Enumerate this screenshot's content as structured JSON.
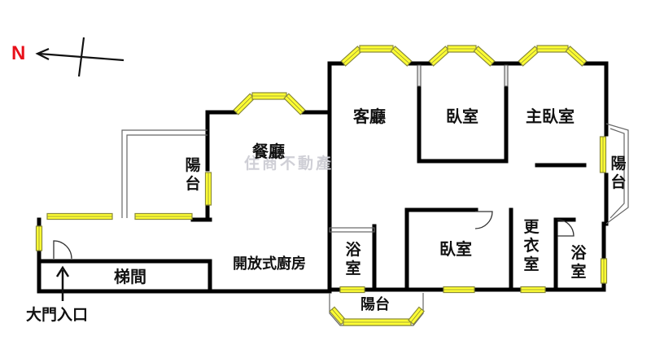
{
  "compass": {
    "north_label": "N"
  },
  "rooms": {
    "living": "客廳",
    "bedroom_top": "臥室",
    "master_bedroom": "主臥室",
    "dining": "餐廳",
    "balcony_left": "陽台",
    "balcony_right": "陽台",
    "balcony_bottom": "陽台",
    "bath_left": "浴室",
    "bath_right": "浴室",
    "bedroom_bottom": "臥室",
    "walk_in_closet": "更衣室",
    "open_kitchen": "開放式廚房",
    "stairwell": "梯間"
  },
  "entrance": {
    "label": "大門入口"
  },
  "colors": {
    "wall": "#000000",
    "window_fill": "#ffff33",
    "window_frame": "#8a8a3a",
    "north": "#e8101a",
    "watermark": "#cfcfd6"
  }
}
